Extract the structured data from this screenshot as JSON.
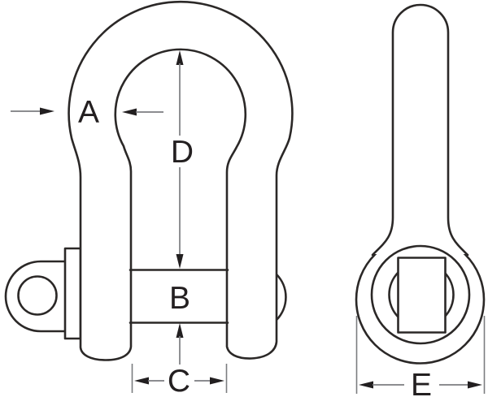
{
  "figure": {
    "front_view": {
      "labels": {
        "A": "A",
        "B": "B",
        "C": "C",
        "D": "D"
      }
    },
    "side_view": {
      "labels": {
        "E": "E"
      }
    },
    "colors": {
      "background": "#ffffff",
      "outline": "#2b2827",
      "dimension_line": "#7b7d80",
      "arrowhead": "#221f20",
      "label_text": "#231f20"
    }
  }
}
